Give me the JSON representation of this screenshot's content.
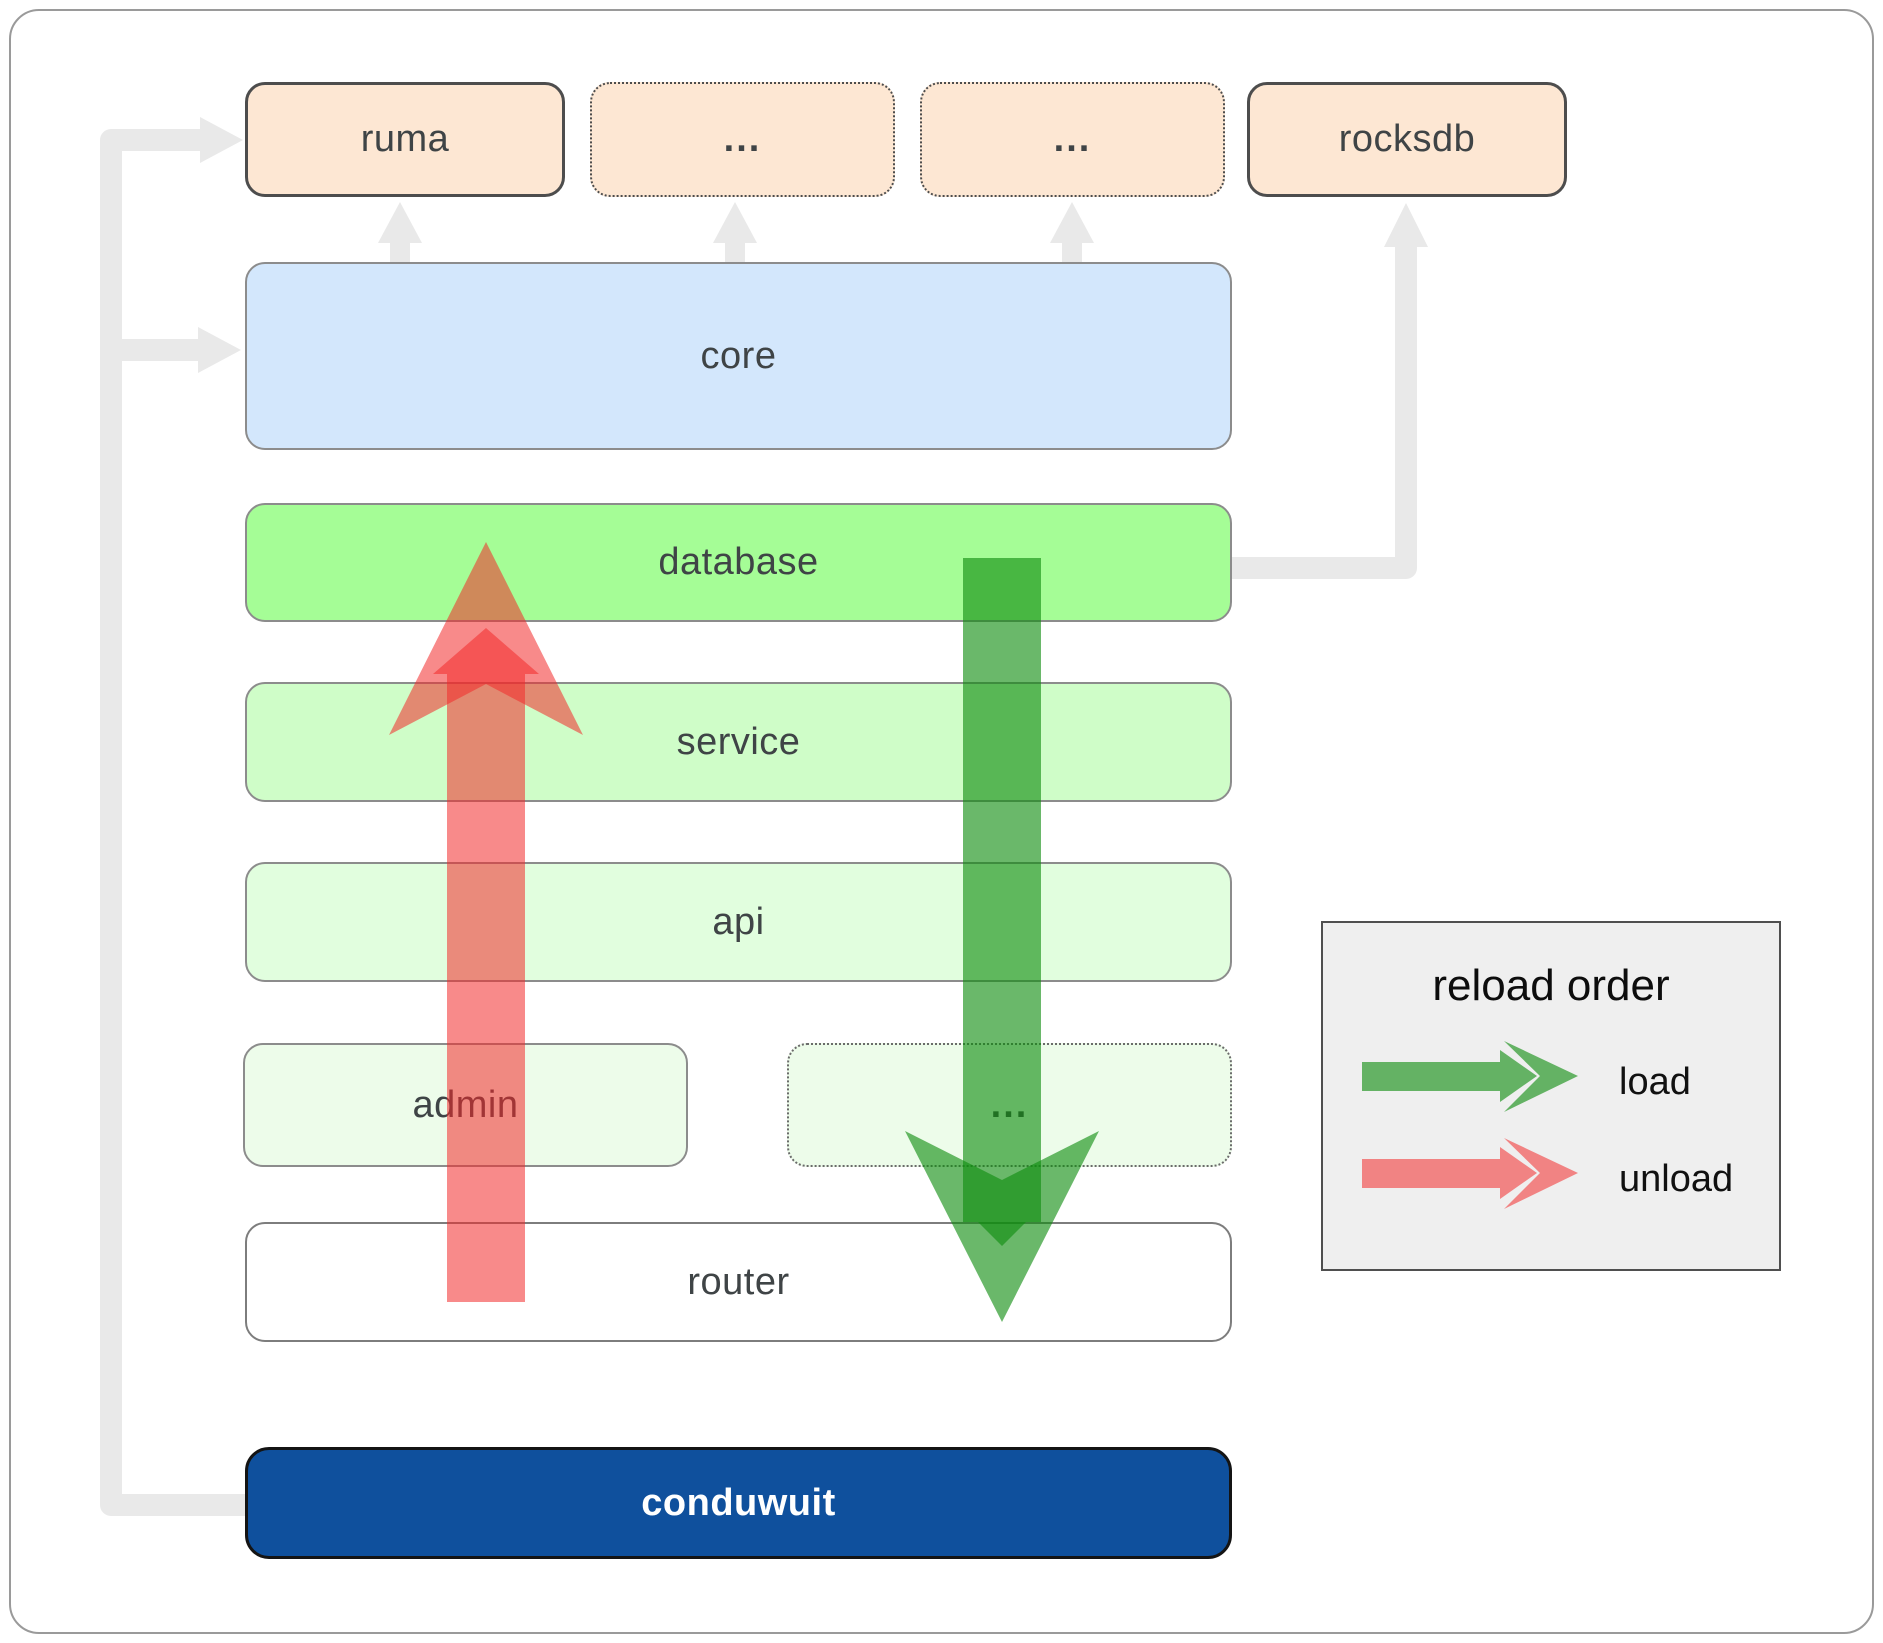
{
  "boxes": {
    "ruma": {
      "label": "ruma"
    },
    "dots_top_1": {
      "label": "..."
    },
    "dots_top_2": {
      "label": "..."
    },
    "rocksdb": {
      "label": "rocksdb"
    },
    "core": {
      "label": "core"
    },
    "database": {
      "label": "database"
    },
    "service": {
      "label": "service"
    },
    "api": {
      "label": "api"
    },
    "admin": {
      "label": "admin"
    },
    "dots_mid": {
      "label": "..."
    },
    "router": {
      "label": "router"
    },
    "conduwuit": {
      "label": "conduwuit"
    }
  },
  "legend": {
    "title": "reload order",
    "items": [
      {
        "label": "load",
        "color": "#0e8c0e"
      },
      {
        "label": "unload",
        "color": "#f22a2a"
      }
    ]
  },
  "colors": {
    "module_peach": "#fde7d3",
    "core_blue": "#d3e7fc",
    "database_green": "#a5fd96",
    "service_green": "#cffdc8",
    "api_green": "#e1fede",
    "admin_green": "#edfcea",
    "router_white": "#ffffff",
    "conduwuit_blue": "#0f509d",
    "load_arrow_green": "#0e8c0e",
    "unload_arrow_red": "#f22a2a",
    "connector_gray": "#e9e9e9",
    "legend_bg": "#efefef",
    "label_dark": "#3f4446"
  }
}
